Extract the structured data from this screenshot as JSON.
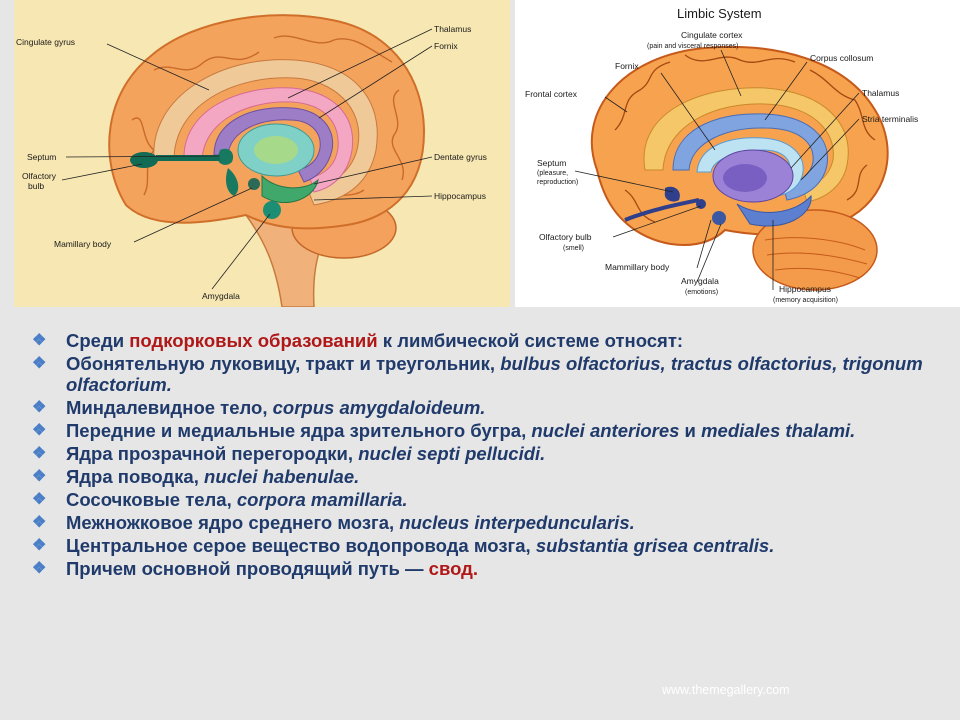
{
  "left_figure": {
    "labels": {
      "cingulate_gyrus": "Cingulate gyrus",
      "thalamus": "Thalamus",
      "fornix": "Fornix",
      "septum": "Septum",
      "olfactory_bulb_1": "Olfactory",
      "olfactory_bulb_2": "bulb",
      "dentate_gyrus": "Dentate gyrus",
      "hippocampus": "Hippocampus",
      "mamillary_body": "Mamillary body",
      "amygdala": "Amygdala"
    }
  },
  "right_figure": {
    "title": "Limbic System",
    "labels": {
      "cingulate_cortex": "Cingulate cortex",
      "cingulate_cortex_sub": "(pain and visceral responses)",
      "fornix": "Fornix",
      "corpus_collosum": "Corpus collosum",
      "frontal_cortex": "Frontal cortex",
      "thalamus": "Thalamus",
      "stria_terminalis": "Stria terminalis",
      "septum": "Septum",
      "septum_sub_1": "(pleasure,",
      "septum_sub_2": "reproduction)",
      "olfactory_bulb": "Olfactory bulb",
      "olfactory_bulb_sub": "(smell)",
      "mammillary_body": "Mammillary body",
      "amygdala": "Amygdala",
      "amygdala_sub": "(emotions)",
      "hippocampus": "Hippocampus",
      "hippocampus_sub": "(memory acquisition)"
    }
  },
  "bullets": [
    {
      "pre": "Среди ",
      "highlight": "подкорковых образований",
      "post": " к лимбической системе относят:"
    },
    {
      "plain": "Обонятельную луковицу, тракт и треугольник, ",
      "latin": "bulbus olfactorius, tractus olfactorius, trigonum olfactorium."
    },
    {
      "plain": "Миндалевидное тело, ",
      "latin": "corpus amygdaloideum."
    },
    {
      "plain": "Передние и медиальные ядра зрительного бугра, ",
      "latin": "nuclei anteriores",
      "mid": " и ",
      "latin2": "mediales thalami."
    },
    {
      "plain": "Ядра прозрачной перегородки, ",
      "latin": "nuclei septi pellucidi."
    },
    {
      "plain": "Ядра поводка, ",
      "latin": "nuclei habenulae."
    },
    {
      "plain": "Сосочковые тела, ",
      "latin": "corpora mamillaria."
    },
    {
      "plain": "Межножковое ядро среднего мозга, ",
      "latin": "nucleus interpeduncularis."
    },
    {
      "plain": "Центральное серое вещество водопровода мозга, ",
      "latin": "substantia grisea centralis."
    },
    {
      "pre": "Причем основной проводящий путь — ",
      "highlight": "свод."
    }
  ],
  "bullet_icon": "diamond-star-icon",
  "colors": {
    "text": "#1f3a6b",
    "highlight": "#b01818",
    "bullet": "#4a7fc8",
    "background": "#e6e6e6"
  },
  "footer": "www.themegallery.com"
}
